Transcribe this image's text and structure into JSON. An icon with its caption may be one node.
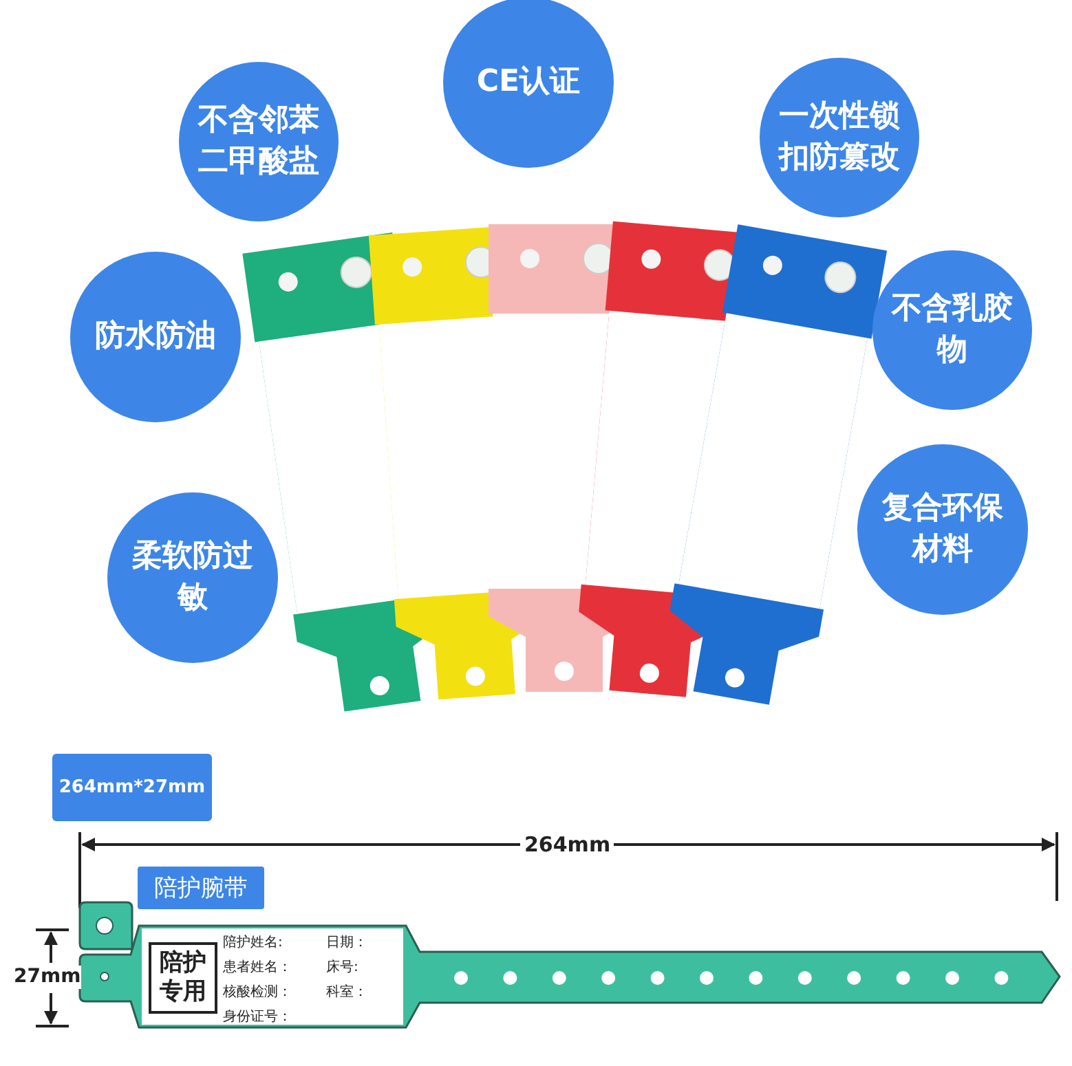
{
  "diagram": {
    "nodes": [
      {
        "text": [
          "CE认证"
        ]
      },
      {
        "text": [
          "不含邻苯二甲酸盐"
        ]
      },
      {
        "text": [
          "一次性锁扣防篡改"
        ]
      },
      {
        "text": [
          "不含乳胶物"
        ]
      },
      {
        "text": [
          "防水防油"
        ]
      },
      {
        "text": [
          "复合环保材料"
        ]
      },
      {
        "text": [
          "柔软防过敏"
        ]
      },
      {
        "text": [
          "264mm*27mm"
        ]
      },
      {
        "text": [
          "陪护腕带"
        ]
      },
      {
        "text": [
          "陪护专用"
        ]
      }
    ],
    "labels": [
      "264mm",
      "陪护姓名:",
      "日期：",
      "患者姓名：",
      "床号:",
      "27mm",
      "核酸检测：",
      "科室：",
      "身份证号："
    ]
  }
}
